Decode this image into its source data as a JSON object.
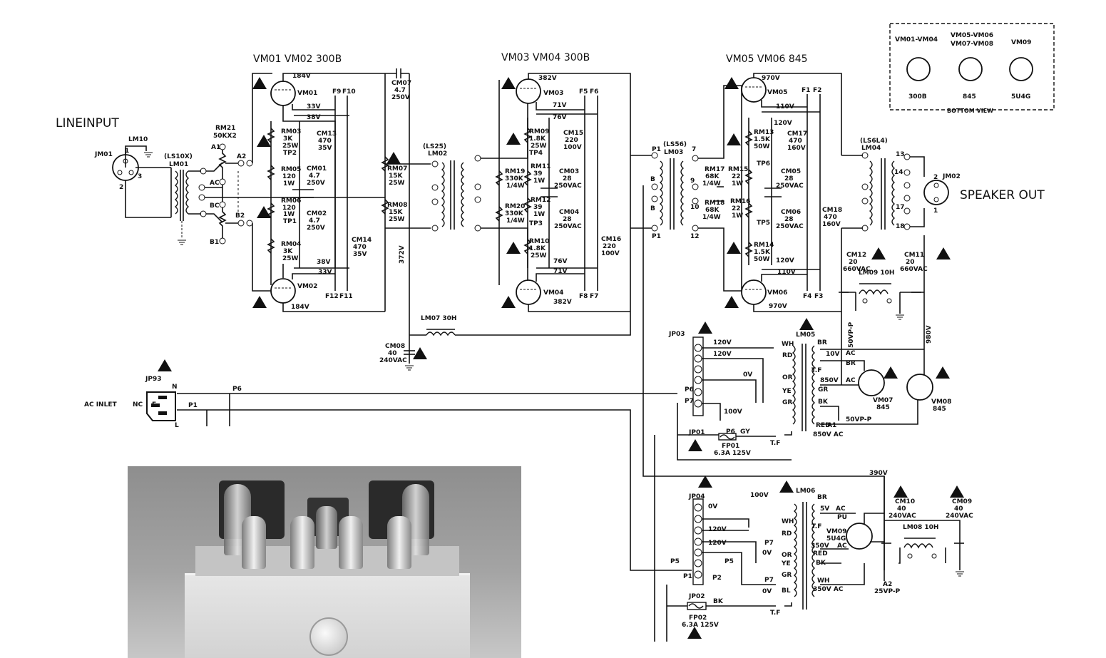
{
  "title_sections": {
    "line_input": "LINEINPUT",
    "speaker_out": "SPEAKER OUT",
    "ac_inlet": "AC INLET",
    "ac_inlet_nc": "NC"
  },
  "stage_titles": {
    "stage1": "VM01 VM02  300B",
    "stage2": "VM03 VM04 300B",
    "stage3": "VM05 VM06  845"
  },
  "pinout": {
    "col1": "VM01-VM04",
    "col2a": "VM05-VM06",
    "col2b": "VM07-VM08",
    "col3": "VM09",
    "tube1": "300B",
    "tube2": "845",
    "tube3": "5U4G",
    "footer": "BOTTOM VIEW"
  },
  "tubes": {
    "vm01": "VM01",
    "vm02": "VM02",
    "vm03": "VM03",
    "vm04": "VM04",
    "vm05": "VM05",
    "vm06": "VM06",
    "vm07": "VM07",
    "vm08": "VM08",
    "vm09": "VM09",
    "vm07_type": "845",
    "vm08_type": "845",
    "vm09_type": "5U4G"
  },
  "jacks": {
    "jm01": "JM01",
    "jm02": "JM02",
    "jp93": "JP93",
    "jp03": "JP03",
    "jp04": "JP04",
    "jp01": "JP01",
    "jp02": "JP02"
  },
  "transformers": {
    "lm01": "(LS10X)",
    "lm01b": "LM01",
    "lm02": "(LS25)",
    "lm02b": "LM02",
    "lm03": "(LS56)",
    "lm03b": "LM03",
    "lm04": "(LS6L4)",
    "lm04b": "LM04",
    "lm05": "LM05",
    "lm06": "LM06",
    "lm07": "LM07  30H",
    "lm08": "LM08  10H",
    "lm09": "LM09  10H",
    "lm10": "LM10"
  },
  "parts": {
    "rm21": "RM21",
    "rm21b": "50KX2",
    "rm03": "RM03",
    "rm03v": "3K",
    "rm03w": "25W",
    "rm05": "RM05",
    "rm05v": "120",
    "rm05w": "1W",
    "rm06": "RM06",
    "rm06v": "120",
    "rm06w": "1W",
    "rm04": "RM04",
    "rm04v": "3K",
    "rm04w": "25W",
    "cm01": "CM01",
    "cm01v": "4.7",
    "cm01w": "250V",
    "cm02": "CM02",
    "cm02v": "4.7",
    "cm02w": "250V",
    "cm13": "CM13",
    "cm13v": "470",
    "cm13w": "35V",
    "cm14": "CM14",
    "cm14v": "470",
    "cm14w": "35V",
    "cm07": "CM07",
    "cm07v": "4.7",
    "cm07w": "250V",
    "rm07": "RM07",
    "rm07v": "15K",
    "rm07w": "25W",
    "rm08": "RM08",
    "rm08v": "15K",
    "rm08w": "25W",
    "rm09": "RM09",
    "rm09v": "1.8K",
    "rm09w": "25W",
    "rm10": "RM10",
    "rm10v": "1.8K",
    "rm10w": "25W",
    "rm11": "RM11",
    "rm11v": "39",
    "rm11w": "1W",
    "rm12": "RM12",
    "rm12v": "39",
    "rm12w": "1W",
    "rm19": "RM19",
    "rm19v": "330K",
    "rm19w": "1/4W",
    "rm20": "RM20",
    "rm20v": "330K",
    "rm20w": "1/4W",
    "cm03": "CM03",
    "cm03v": "28",
    "cm03w": "250VAC",
    "cm04": "CM04",
    "cm04v": "28",
    "cm04w": "250VAC",
    "cm15": "CM15",
    "cm15v": "220",
    "cm15w": "100V",
    "cm16": "CM16",
    "cm16v": "220",
    "cm16w": "100V",
    "rm13": "RM13",
    "rm13v": "1.5K",
    "rm13w": "50W",
    "rm14": "RM14",
    "rm14v": "1.5K",
    "rm14w": "50W",
    "rm15": "RM15",
    "rm15v": "22",
    "rm15w": "1W",
    "rm16": "RM16",
    "rm16v": "22",
    "rm16w": "1W",
    "rm17": "RM17",
    "rm17v": "68K",
    "rm17w": "1/4W",
    "rm18": "RM18",
    "rm18v": "68K",
    "rm18w": "1/4W",
    "cm05": "CM05",
    "cm05v": "28",
    "cm05w": "250VAC",
    "cm06": "CM06",
    "cm06v": "28",
    "cm06w": "250VAC",
    "cm17": "CM17",
    "cm17v": "470",
    "cm17w": "160V",
    "cm18": "CM18",
    "cm18v": "470",
    "cm18w": "160V",
    "cm11": "CM11",
    "cm11v": "20",
    "cm11w": "660VAC",
    "cm12": "CM12",
    "cm12v": "20",
    "cm12w": "660VAC",
    "cm08": "CM08",
    "cm08v": "40",
    "cm08w": "240VAC",
    "cm09": "CM09",
    "cm09v": "40",
    "cm09w": "240VAC",
    "cm10": "CM10",
    "cm10v": "40",
    "cm10w": "240VAC",
    "fp01": "FP01",
    "fp01v": "6.3A 125V",
    "fp02": "FP02",
    "fp02v": "6.3A 125V"
  },
  "voltages": {
    "v184a": "184V",
    "v184b": "184V",
    "v33a": "33V",
    "v33b": "33V",
    "v38a": "38V",
    "v38b": "38V",
    "v382a": "382V",
    "v382b": "382V",
    "v71a": "71V",
    "v71b": "71V",
    "v76a": "76V",
    "v76b": "76V",
    "v970a": "970V",
    "v970b": "970V",
    "v110a": "110V",
    "v110b": "110V",
    "v120a": "120V",
    "v120b": "120V",
    "v372": "372V",
    "v980": "980V",
    "v50vpp": "50VP-P",
    "v50vpp2": "50VP-P",
    "v390": "390V",
    "v100": "100V",
    "v100b": "100V",
    "v850": "850V",
    "v850ac": "850V  AC",
    "v10": "10V",
    "v5": "5V",
    "v350": "350V",
    "v350ac": "350V  AC",
    "v25vpp": "25VP-P",
    "v120s1": "120V",
    "v120s2": "120V",
    "v0s": "0V",
    "v0s2": "0V",
    "v120s3": "120V",
    "v120s4": "120V",
    "v0s3": "0V",
    "v0s4": "0V"
  },
  "nodes": {
    "tp1": "TP1",
    "tp2": "TP2",
    "tp3": "TP3",
    "tp4": "TP4",
    "tp5": "TP5",
    "tp6": "TP6",
    "a1": "A1",
    "a2": "A2",
    "ac": "AC",
    "bc": "BC",
    "b1": "B1",
    "b2": "B2",
    "f9": "F9",
    "f10": "F10",
    "f11": "F11",
    "f12": "F12",
    "f5": "F5",
    "f6": "F6",
    "f7": "F7",
    "f8": "F8",
    "f1": "F1",
    "f2": "F2",
    "f3": "F3",
    "f4": "F4",
    "p1a": "P1",
    "p1b": "P1",
    "p6": "P6",
    "p6b": "P6",
    "p7": "P7",
    "p5": "P5",
    "p5b": "P5",
    "p2": "P2",
    "n7": "7",
    "n9": "9",
    "n10": "10",
    "n12": "12",
    "n13": "13",
    "n14": "14",
    "n17": "17",
    "n18": "18",
    "b_a": "B",
    "b_b": "B",
    "wh": "WH",
    "rd": "RD",
    "or": "OR",
    "ye": "YE",
    "gr": "GR",
    "br": "BR",
    "bk": "BK",
    "gy": "GY",
    "red": "RED",
    "pu": "PU",
    "bl": "BL",
    "ac2": "AC",
    "tf": "T.F",
    "n": "N",
    "e": "E",
    "l": "L",
    "one": "1",
    "two": "2",
    "three": "3"
  },
  "warning_symbol": "!"
}
